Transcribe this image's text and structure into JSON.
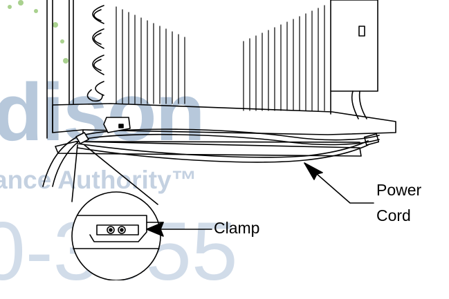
{
  "labels": {
    "clamp": "Clamp",
    "power": "Power",
    "cord": "Cord"
  },
  "watermark": {
    "line1": "dison",
    "line2": "ance Authority™",
    "line3": "0-3355"
  },
  "colors": {
    "ink": "#000000",
    "watermark": "#7d9cbf",
    "watermark_dots": "#a9d18e"
  }
}
